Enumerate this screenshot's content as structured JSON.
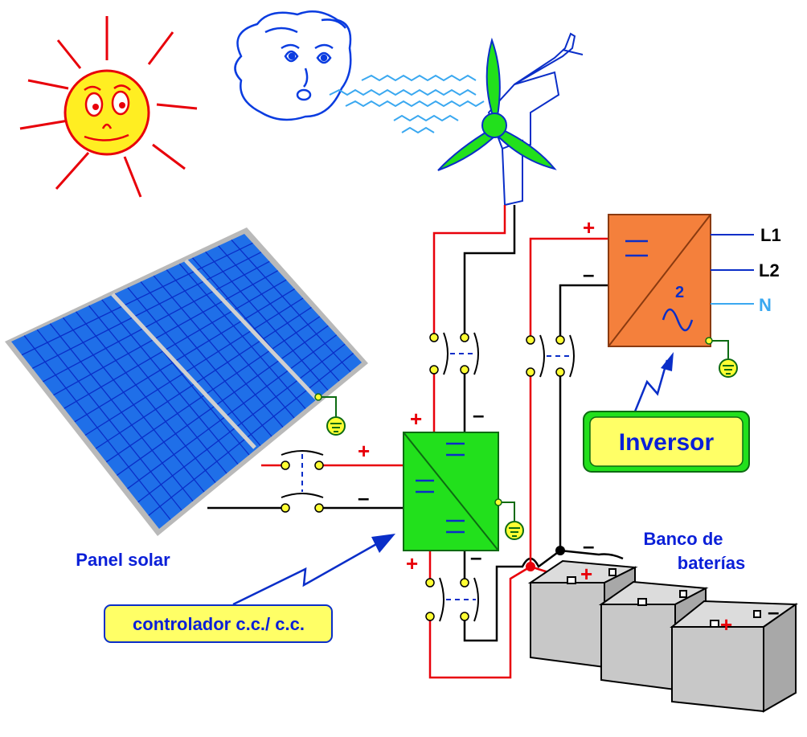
{
  "labels": {
    "panel": "Panel solar",
    "controller": "controlador c.c./ c.c.",
    "inverter": "Inversor",
    "battery_line1": "Banco de",
    "battery_line2": "baterías"
  },
  "outputs": {
    "l1": "L1",
    "l2": "L2",
    "n": "N"
  },
  "polarity": {
    "plus": "+",
    "minus": "–"
  },
  "inverter_phase": "2",
  "colors": {
    "positive_wire": "#e8000a",
    "negative_wire": "#000000",
    "panel_cell": "#1f6fe8",
    "panel_grid": "#0a2ec8",
    "controller": "#22e01c",
    "inverter": "#f4803c",
    "label_fill": "#ffff66",
    "label_text": "#0a1fd8",
    "battery": "#c8c8c8",
    "sun": "#ffee22",
    "sun_rays": "#e8000a",
    "wind": "#0a3ce0"
  }
}
